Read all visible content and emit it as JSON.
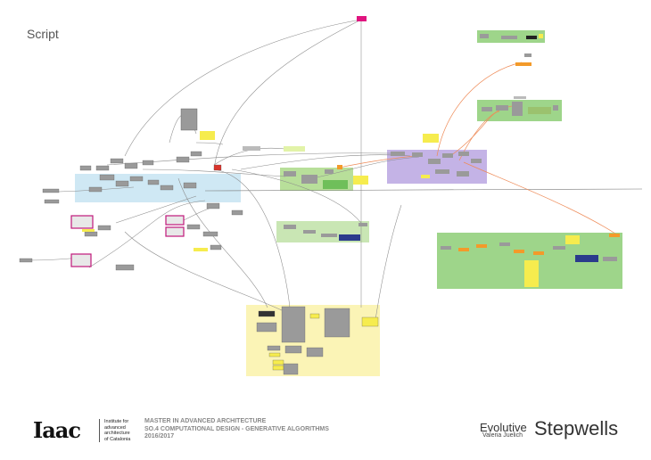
{
  "title": "Script",
  "footer": {
    "logo": "Iaac",
    "institute_lines": [
      "Institute for",
      "advanced",
      "architecture",
      "of Catalonia"
    ],
    "program_lines": [
      "MASTER IN ADVANCED ARCHITECTURE",
      "SO.4 COMPUTATIONAL DESIGN - GENERATIVE ALGORITHMS",
      "2016/2017"
    ]
  },
  "brand": {
    "evolutive": "Evolutive",
    "author": "Valeria Juelich",
    "stepwells": "Stepwells"
  },
  "colors": {
    "group_blue": "#cfe8f4",
    "group_green": "#9ed58a",
    "group_purple": "#c4b3e6",
    "group_yellow": "#fbf4b6",
    "component_gray": "#9a9a9a",
    "panel_yellow": "#f6ec4e",
    "param_pink": "#e0147f",
    "param_orange": "#f39a2a",
    "wire": "#8a8a8a",
    "wire_orange": "#ee8b58"
  }
}
